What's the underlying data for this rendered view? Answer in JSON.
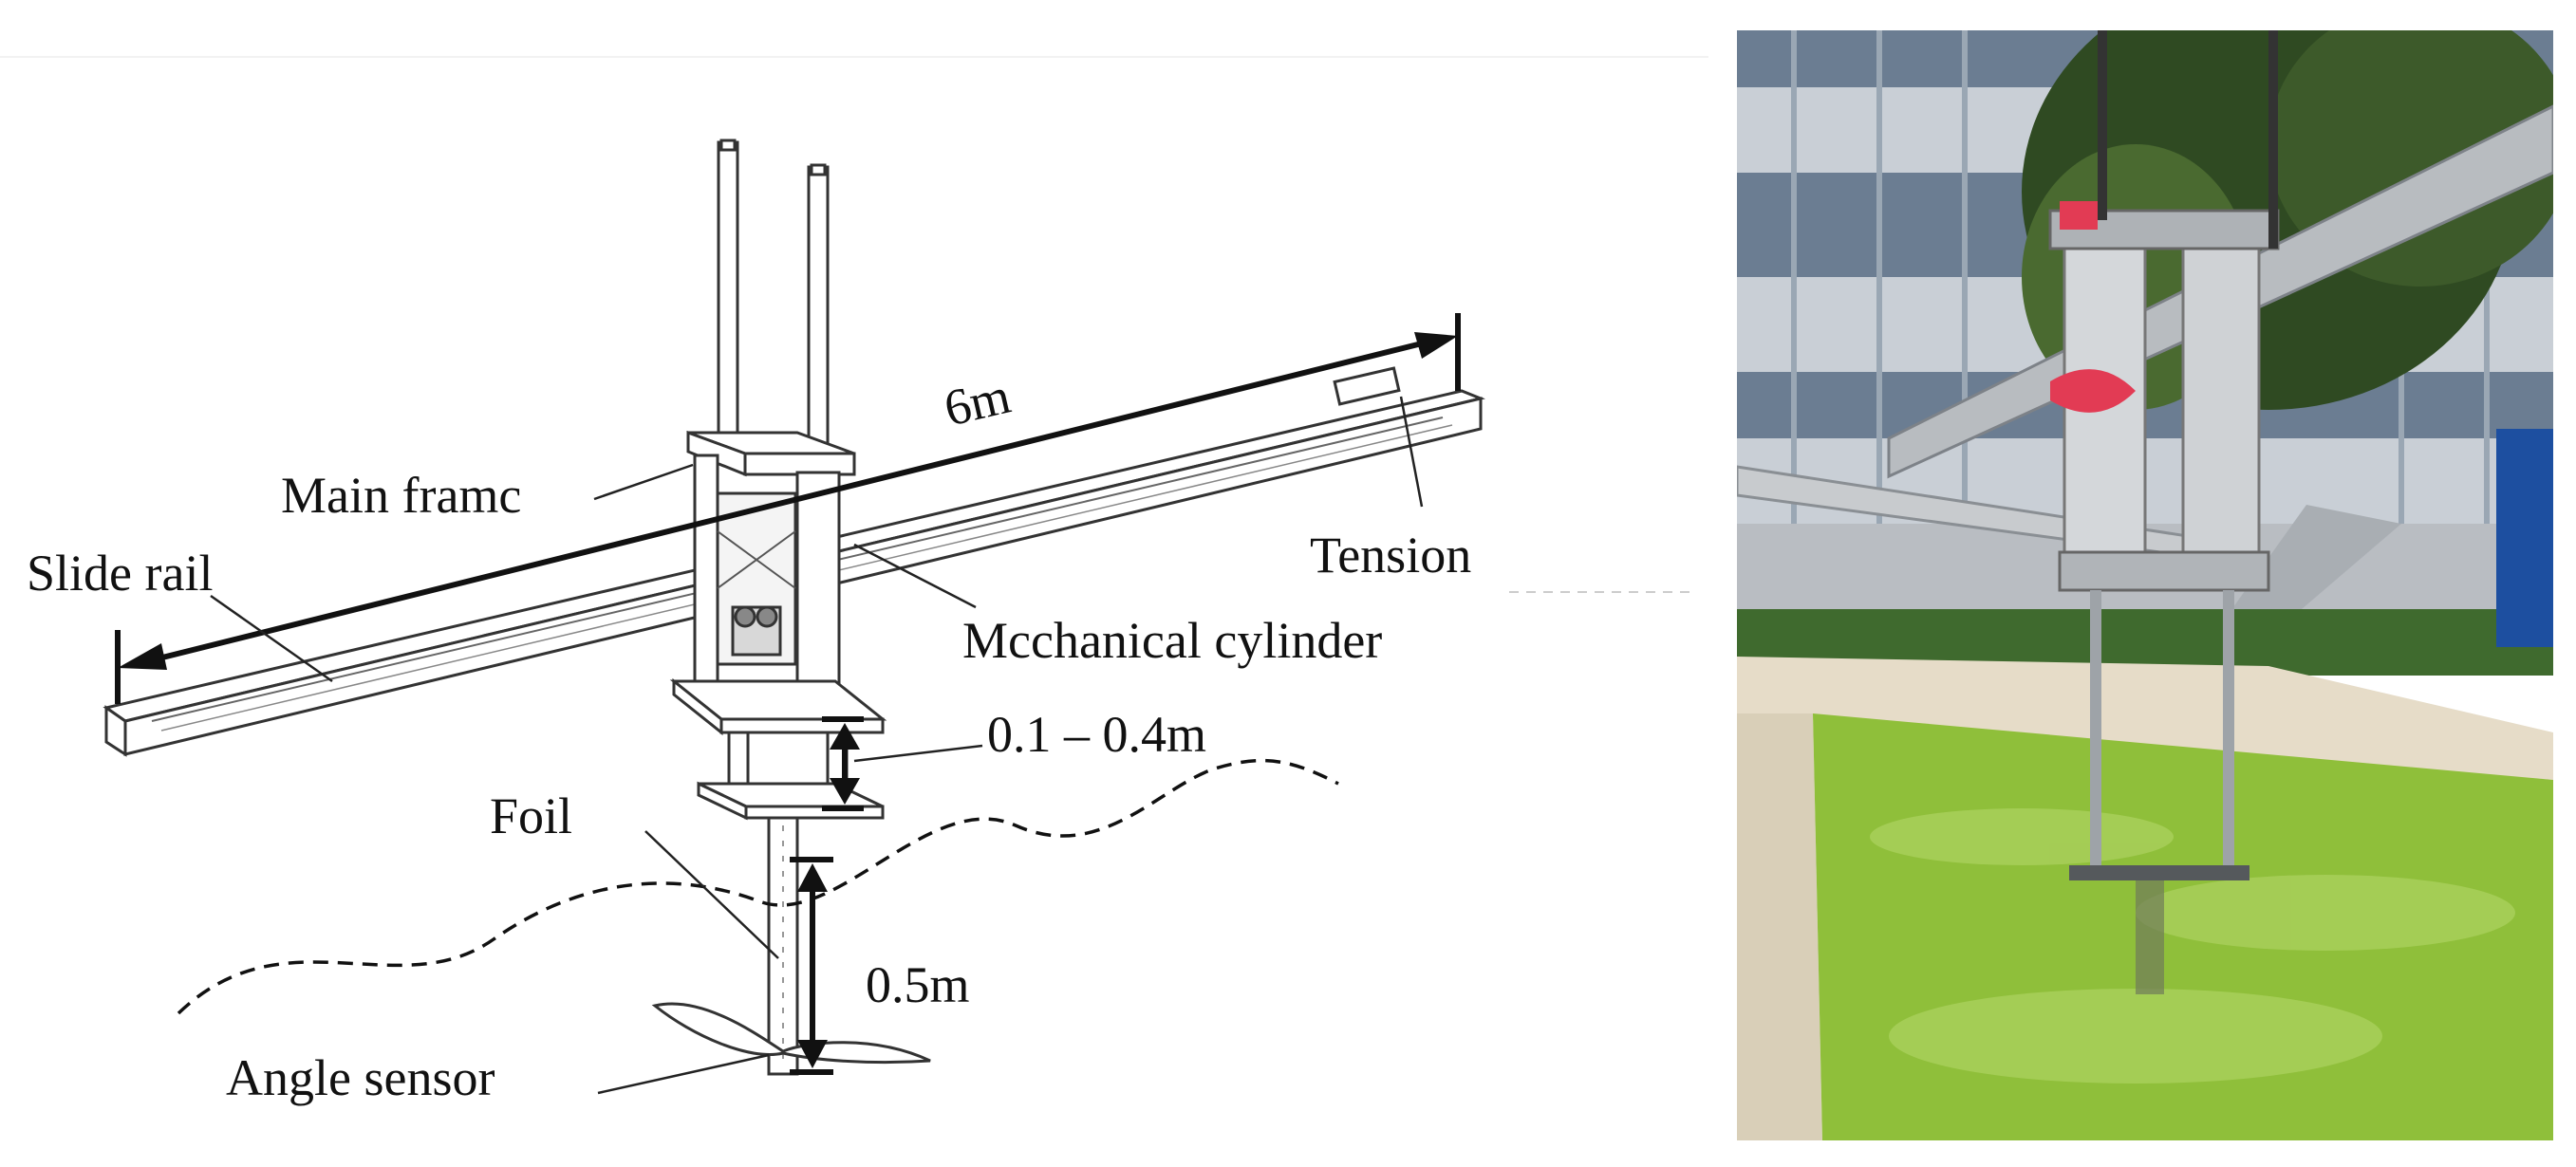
{
  "diagram": {
    "labels": {
      "dim_length": "6m",
      "main_frame": "Main framc",
      "slide_rail": "Slide rail",
      "tension": "Tension",
      "mech_cylinder": "Mcchanical cylinder",
      "stroke_range": "0.1 – 0.4m",
      "foil": "Foil",
      "depth": "0.5m",
      "angle_sensor": "Angle sensor"
    }
  },
  "photo": {
    "description_icon": "photo-experimental-rig"
  },
  "colors": {
    "ink": "#111111",
    "water": "#8fbf3a",
    "pool_wall": "#e6dcc8",
    "sky_building": "#c8ccd0",
    "foliage": "#3d5a2a"
  }
}
